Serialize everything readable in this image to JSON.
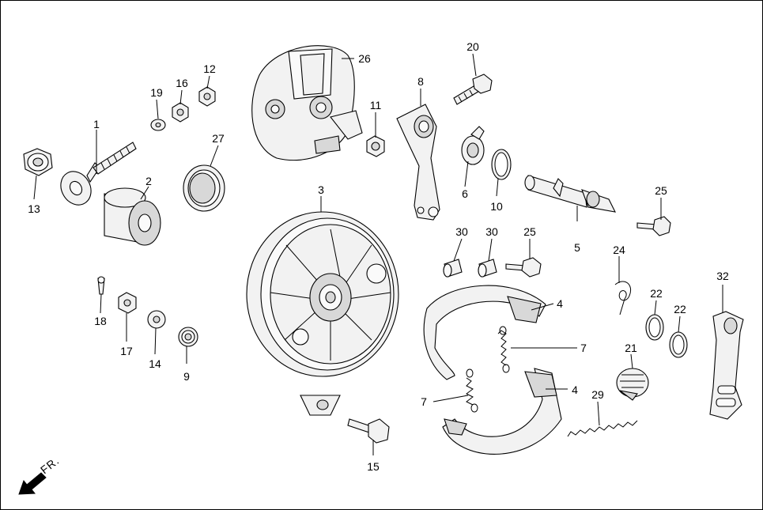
{
  "direction_label": "FR.",
  "callouts": [
    {
      "id": "c1",
      "text": "1"
    },
    {
      "id": "c2",
      "text": "2"
    },
    {
      "id": "c3",
      "text": "3"
    },
    {
      "id": "c4a",
      "text": "4"
    },
    {
      "id": "c4b",
      "text": "4"
    },
    {
      "id": "c5",
      "text": "5"
    },
    {
      "id": "c6",
      "text": "6"
    },
    {
      "id": "c7a",
      "text": "7"
    },
    {
      "id": "c7b",
      "text": "7"
    },
    {
      "id": "c8",
      "text": "8"
    },
    {
      "id": "c9",
      "text": "9"
    },
    {
      "id": "c10",
      "text": "10"
    },
    {
      "id": "c11",
      "text": "11"
    },
    {
      "id": "c12",
      "text": "12"
    },
    {
      "id": "c13",
      "text": "13"
    },
    {
      "id": "c14",
      "text": "14"
    },
    {
      "id": "c15",
      "text": "15"
    },
    {
      "id": "c16",
      "text": "16"
    },
    {
      "id": "c17",
      "text": "17"
    },
    {
      "id": "c18",
      "text": "18"
    },
    {
      "id": "c19",
      "text": "19"
    },
    {
      "id": "c20",
      "text": "20"
    },
    {
      "id": "c21",
      "text": "21"
    },
    {
      "id": "c22a",
      "text": "22"
    },
    {
      "id": "c22b",
      "text": "22"
    },
    {
      "id": "c24",
      "text": "24"
    },
    {
      "id": "c25a",
      "text": "25"
    },
    {
      "id": "c25b",
      "text": "25"
    },
    {
      "id": "c26",
      "text": "26"
    },
    {
      "id": "c27",
      "text": "27"
    },
    {
      "id": "c29",
      "text": "29"
    },
    {
      "id": "c30a",
      "text": "30"
    },
    {
      "id": "c30b",
      "text": "30"
    },
    {
      "id": "c32",
      "text": "32"
    }
  ]
}
